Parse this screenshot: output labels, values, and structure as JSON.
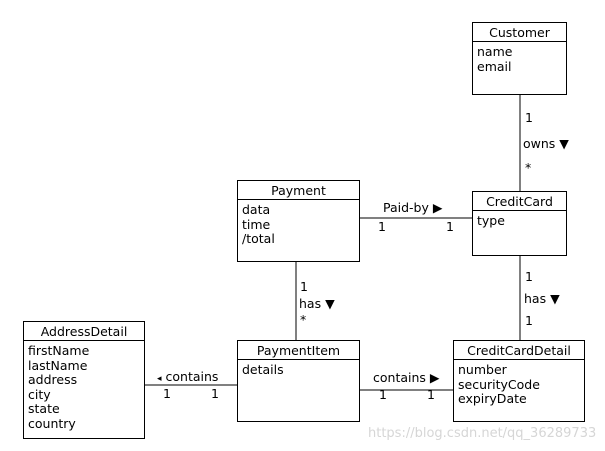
{
  "classes": {
    "customer": {
      "name": "Customer",
      "attributes": [
        "name",
        "email"
      ]
    },
    "payment": {
      "name": "Payment",
      "attributes": [
        "data",
        "time",
        "/total"
      ]
    },
    "credit_card": {
      "name": "CreditCard",
      "attributes": [
        "type"
      ]
    },
    "address_detail": {
      "name": "AddressDetail",
      "attributes": [
        "firstName",
        "lastName",
        "address",
        "city",
        "state",
        "country"
      ]
    },
    "payment_item": {
      "name": "PaymentItem",
      "attributes": [
        "details"
      ]
    },
    "credit_card_detail": {
      "name": "CreditCardDetail",
      "attributes": [
        "number",
        "securityCode",
        "expiryDate"
      ]
    }
  },
  "associations": {
    "owns": {
      "label": "owns",
      "arrow": "▼",
      "mult_top": "1",
      "mult_bottom": "*"
    },
    "paid_by": {
      "label": "Paid-by",
      "arrow": "▶",
      "mult_left": "1",
      "mult_right": "1"
    },
    "has_payment": {
      "label": "has",
      "arrow": "▼",
      "mult_top": "1",
      "mult_bottom": "*"
    },
    "has_card": {
      "label": "has",
      "arrow": "▼",
      "mult_top": "1",
      "mult_bottom": "1"
    },
    "contains_address": {
      "label": "contains",
      "arrow": "◂",
      "mult_left": "1",
      "mult_right": "1"
    },
    "contains_card": {
      "label": "contains",
      "arrow": "▶",
      "mult_left": "1",
      "mult_right": "1"
    }
  },
  "watermark": "https://blog.csdn.net/qq_36289733"
}
